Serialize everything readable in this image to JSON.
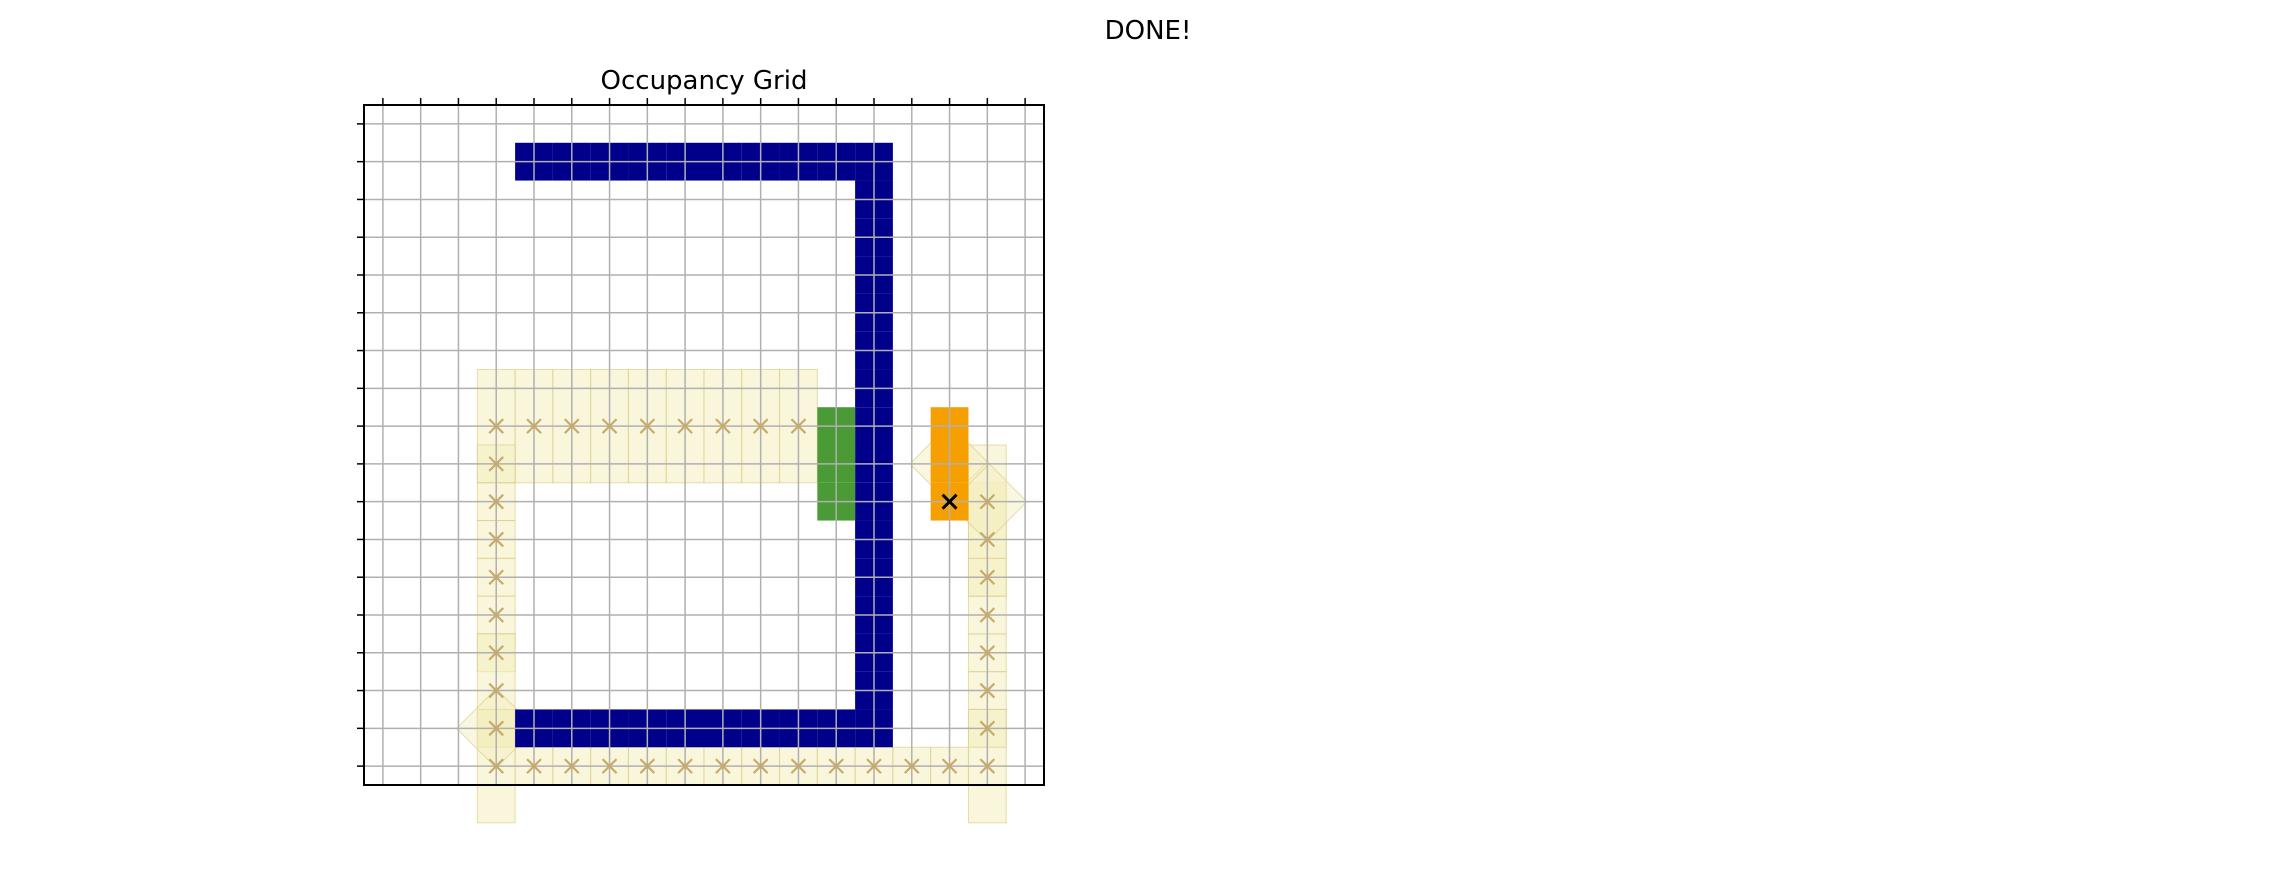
{
  "header": {
    "status": "DONE!"
  },
  "chart_data": {
    "type": "heatmap",
    "title": "Occupancy Grid",
    "xlim": [
      -0.5,
      17.5
    ],
    "ylim": [
      -0.5,
      17.5
    ],
    "grid": true,
    "tick_labels_shown": false,
    "colors": {
      "obstacle": "#00008b",
      "goal": "#4a9b35",
      "robot": "#f5a000",
      "path_fill": "#f4eebd",
      "path_edge": "#d8cf8a",
      "path_marker": "#c8ab6a",
      "current_marker": "#000000",
      "grid": "#b0b0b0"
    },
    "obstacle_cells": [
      [
        4,
        16
      ],
      [
        5,
        16
      ],
      [
        6,
        16
      ],
      [
        7,
        16
      ],
      [
        8,
        16
      ],
      [
        9,
        16
      ],
      [
        10,
        16
      ],
      [
        11,
        16
      ],
      [
        12,
        16
      ],
      [
        13,
        16
      ],
      [
        13,
        15
      ],
      [
        13,
        14
      ],
      [
        13,
        13
      ],
      [
        13,
        12
      ],
      [
        13,
        11
      ],
      [
        13,
        10
      ],
      [
        13,
        9
      ],
      [
        13,
        8
      ],
      [
        13,
        7
      ],
      [
        13,
        6
      ],
      [
        13,
        5
      ],
      [
        13,
        4
      ],
      [
        13,
        3
      ],
      [
        13,
        2
      ],
      [
        13,
        1
      ],
      [
        4,
        1
      ],
      [
        5,
        1
      ],
      [
        6,
        1
      ],
      [
        7,
        1
      ],
      [
        8,
        1
      ],
      [
        9,
        1
      ],
      [
        10,
        1
      ],
      [
        11,
        1
      ],
      [
        12,
        1
      ]
    ],
    "goal_cells": [
      [
        12,
        9
      ],
      [
        12,
        8
      ],
      [
        12,
        7
      ]
    ],
    "robot_cells": [
      [
        15,
        9
      ],
      [
        15,
        8
      ],
      [
        15,
        7
      ]
    ],
    "current_position": [
      15,
      7
    ],
    "path_points": [
      [
        16,
        7
      ],
      [
        16,
        6
      ],
      [
        16,
        5
      ],
      [
        16,
        4
      ],
      [
        16,
        3
      ],
      [
        16,
        2
      ],
      [
        16,
        1
      ],
      [
        16,
        0
      ],
      [
        15,
        0
      ],
      [
        14,
        0
      ],
      [
        13,
        0
      ],
      [
        12,
        0
      ],
      [
        11,
        0
      ],
      [
        10,
        0
      ],
      [
        9,
        0
      ],
      [
        8,
        0
      ],
      [
        7,
        0
      ],
      [
        6,
        0
      ],
      [
        5,
        0
      ],
      [
        4,
        0
      ],
      [
        3,
        0
      ],
      [
        3,
        1
      ],
      [
        3,
        2
      ],
      [
        3,
        3
      ],
      [
        3,
        4
      ],
      [
        3,
        5
      ],
      [
        3,
        6
      ],
      [
        3,
        7
      ],
      [
        3,
        8
      ],
      [
        3,
        9
      ],
      [
        4,
        9
      ],
      [
        5,
        9
      ],
      [
        6,
        9
      ],
      [
        7,
        9
      ],
      [
        8,
        9
      ],
      [
        9,
        9
      ],
      [
        10,
        9
      ],
      [
        11,
        9
      ]
    ],
    "footprint_boxes": [
      [
        3,
        9,
        3
      ],
      [
        4,
        9,
        3
      ],
      [
        5,
        9,
        3
      ],
      [
        6,
        9,
        3
      ],
      [
        7,
        9,
        3
      ],
      [
        8,
        9,
        3
      ],
      [
        9,
        9,
        3
      ],
      [
        10,
        9,
        3
      ],
      [
        11,
        9,
        3
      ],
      [
        3,
        8,
        1
      ],
      [
        3,
        7,
        1
      ],
      [
        3,
        6,
        1
      ],
      [
        3,
        5,
        1
      ],
      [
        3,
        4,
        1
      ],
      [
        3,
        3,
        1
      ],
      [
        3,
        2,
        3
      ],
      [
        3,
        1,
        1
      ],
      [
        3,
        0,
        3
      ],
      [
        4,
        0,
        1
      ],
      [
        5,
        0,
        1
      ],
      [
        6,
        0,
        1
      ],
      [
        7,
        0,
        1
      ],
      [
        8,
        0,
        1
      ],
      [
        9,
        0,
        1
      ],
      [
        10,
        0,
        1
      ],
      [
        11,
        0,
        1
      ],
      [
        12,
        0,
        1
      ],
      [
        13,
        0,
        1
      ],
      [
        14,
        0,
        1
      ],
      [
        15,
        0,
        1
      ],
      [
        16,
        0,
        3
      ],
      [
        16,
        1,
        1
      ],
      [
        16,
        2,
        1
      ],
      [
        16,
        3,
        1
      ],
      [
        16,
        4,
        1
      ],
      [
        16,
        5,
        1
      ],
      [
        16,
        6,
        3
      ],
      [
        16,
        7,
        3
      ]
    ],
    "footprint_diamonds": [
      [
        16,
        7
      ],
      [
        15,
        8
      ],
      [
        3,
        1
      ]
    ]
  }
}
